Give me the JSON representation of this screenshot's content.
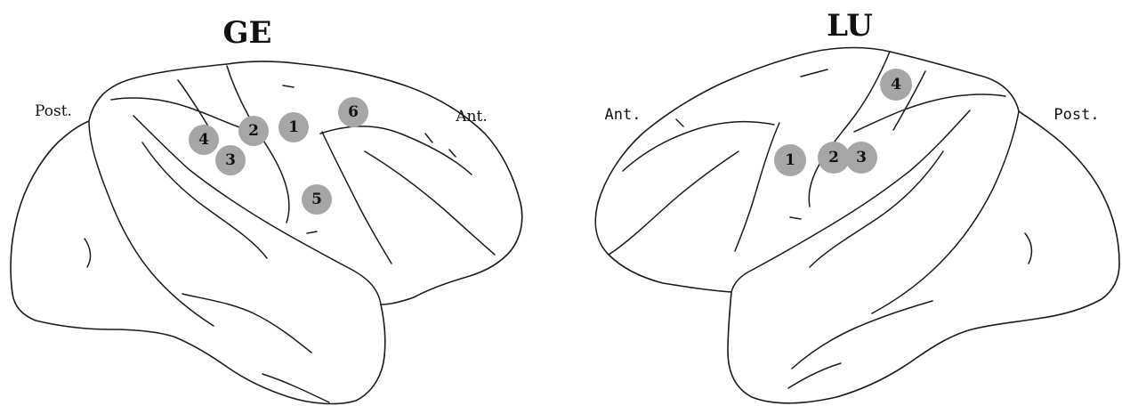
{
  "panels": [
    {
      "title": "GE",
      "post_label": "Post.",
      "ant_label": "Ant.",
      "sites": [
        "1",
        "2",
        "3",
        "4",
        "5",
        "6"
      ],
      "site_color": "#a6a6a6"
    },
    {
      "title": "LU",
      "ant_label": "Ant.",
      "post_label": "Post.",
      "sites": [
        "1",
        "2",
        "3",
        "4"
      ],
      "site_color": "#a6a6a6"
    }
  ]
}
